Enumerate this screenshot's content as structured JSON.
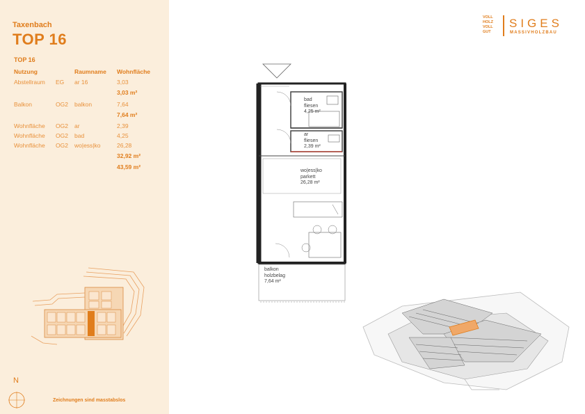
{
  "header": {
    "place": "Taxenbach",
    "unit": "TOP 16"
  },
  "logo": {
    "brand": "SIGES",
    "tagline": "MASSIVHOLZBAU",
    "mini": [
      "VOLL",
      "HOLZ",
      "VOLL",
      "GUT"
    ]
  },
  "table": {
    "title": "TOP 16",
    "headers": [
      "Nutzung",
      "Raumname",
      "Wohnfläche"
    ],
    "rows": [
      {
        "nutzung": "Abstellraum",
        "geschoss": "EG",
        "raum": "ar 16",
        "flaeche": "3,03"
      },
      {
        "nutzung": "Balkon",
        "geschoss": "OG2",
        "raum": "balkon",
        "flaeche": "7,64"
      },
      {
        "nutzung": "Wohnfläche",
        "geschoss": "OG2",
        "raum": "ar",
        "flaeche": "2,39"
      },
      {
        "nutzung": "Wohnfläche",
        "geschoss": "OG2",
        "raum": "bad",
        "flaeche": "4,25"
      },
      {
        "nutzung": "Wohnfläche",
        "geschoss": "OG2",
        "raum": "wo|ess|ko",
        "flaeche": "26,28"
      }
    ],
    "subtotals": [
      "3,03 m²",
      "7,64 m²",
      "32,92 m²"
    ],
    "total": "43,59 m²"
  },
  "plan": {
    "rooms": [
      {
        "name": "bad",
        "floor": "fliesen",
        "area": "4,25 m²"
      },
      {
        "name": "ar",
        "floor": "fliesen",
        "area": "2,39 m²"
      },
      {
        "name": "wo|ess|ko",
        "floor": "parkett",
        "area": "26,28 m²"
      },
      {
        "name": "balkon",
        "floor": "holzbelag",
        "area": "7,64 m²"
      }
    ]
  },
  "footer": {
    "north": "N",
    "note": "Zeichnungen sind masstabslos"
  },
  "colors": {
    "accent": "#e07d1c",
    "panel": "#fbeedc",
    "highlight": "#f0a868"
  }
}
